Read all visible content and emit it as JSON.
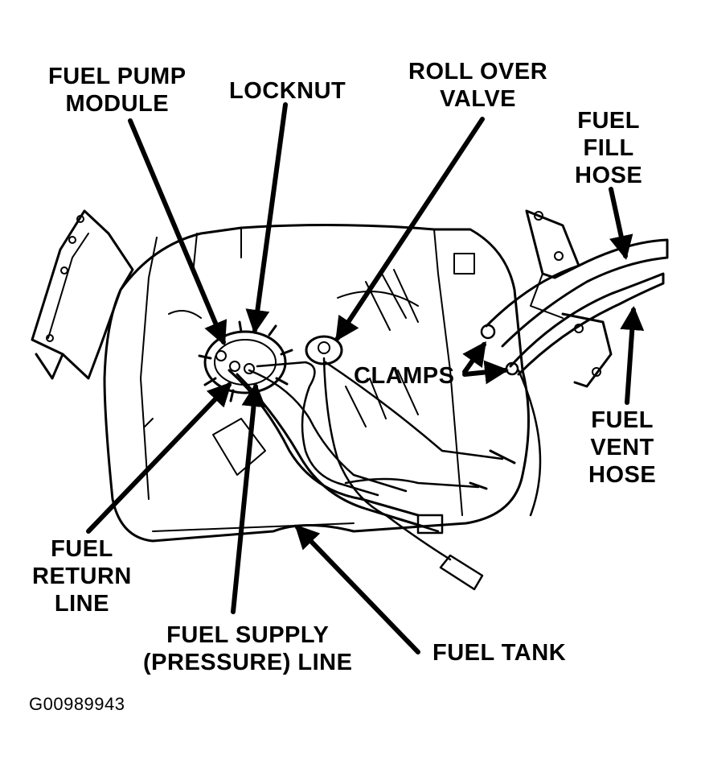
{
  "labels": {
    "fuel_pump_module": [
      "FUEL PUMP",
      "MODULE"
    ],
    "locknut": [
      "LOCKNUT"
    ],
    "roll_over_valve": [
      "ROLL OVER",
      "VALVE"
    ],
    "fuel_fill_hose": [
      "FUEL",
      "FILL",
      "HOSE"
    ],
    "clamps": [
      "CLAMPS"
    ],
    "fuel_vent_hose": [
      "FUEL",
      "VENT",
      "HOSE"
    ],
    "fuel_return_line": [
      "FUEL",
      "RETURN",
      "LINE"
    ],
    "fuel_supply_line": [
      "FUEL SUPPLY",
      "(PRESSURE) LINE"
    ],
    "fuel_tank": [
      "FUEL TANK"
    ]
  },
  "figure_code": "G00989943"
}
